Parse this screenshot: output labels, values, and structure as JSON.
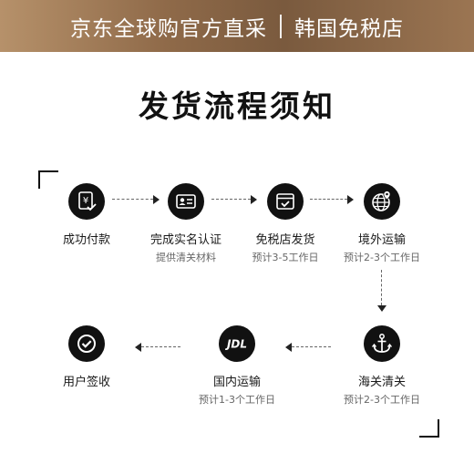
{
  "banner": {
    "left": "京东全球购官方直采",
    "right": "韩国免税店"
  },
  "title": "发货流程须知",
  "steps": [
    {
      "label": "成功付款",
      "icon": "yen-check-icon"
    },
    {
      "label": "完成实名认证",
      "sub": "提供清关材料",
      "icon": "id-card-icon"
    },
    {
      "label": "免税店发货",
      "sub": "预计3-5工作日",
      "icon": "package-check-icon"
    },
    {
      "label": "境外运输",
      "sub": "预计2-3个工作日",
      "icon": "globe-pin-icon"
    },
    {
      "label": "海关清关",
      "sub": "预计2-3个工作日",
      "icon": "anchor-icon"
    },
    {
      "label": "国内运输",
      "sub": "预计1-3个工作日",
      "icon": "jdl-logo-icon",
      "logo_text": "JDL"
    },
    {
      "label": "用户签收",
      "icon": "check-circle-icon"
    }
  ]
}
